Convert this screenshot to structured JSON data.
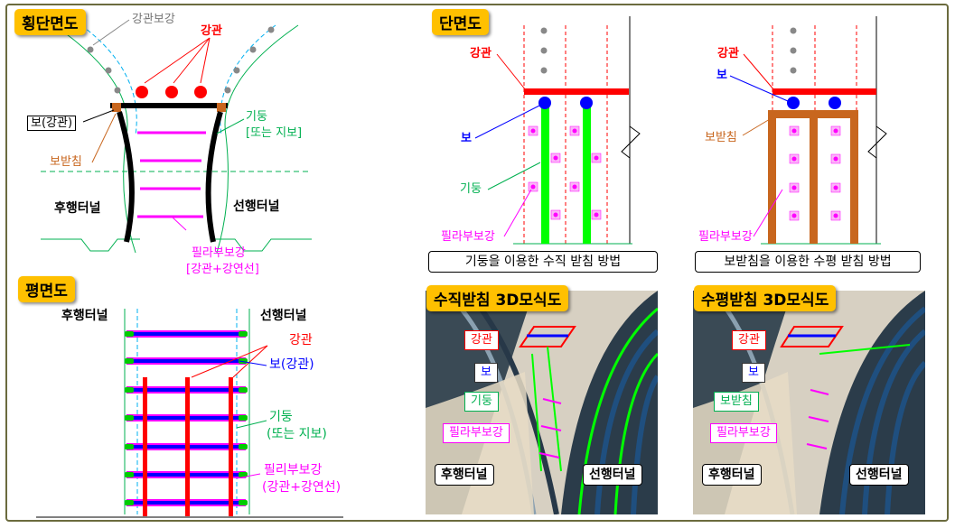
{
  "panels": {
    "cross_section": {
      "title": "횡단면도"
    },
    "plan": {
      "title": "평면도"
    },
    "section": {
      "title": "단면도"
    },
    "vertical_3d": {
      "title": "수직받침 3D모식도"
    },
    "horizontal_3d": {
      "title": "수평받침 3D모식도"
    }
  },
  "cross_section_labels": {
    "steel_reinforcement": "강관보강",
    "steel_pipe": "강관",
    "beam": "보(강관)",
    "column": "기둥",
    "column_sub": "[또는 지보]",
    "beam_support": "보받침",
    "trailing_tunnel": "후행터널",
    "leading_tunnel": "선행터널",
    "pillar_reinforcement": "필라부보강",
    "pillar_sub": "[강관+강연선]"
  },
  "plan_labels": {
    "trailing_tunnel": "후행터널",
    "leading_tunnel": "선행터널",
    "steel_pipe": "강관",
    "beam": "보(강관)",
    "column": "기둥",
    "column_sub": "(또는 지보)",
    "pillar_reinforcement": "필리부보강",
    "pillar_sub": "(강관+강연선)"
  },
  "section_left_labels": {
    "steel_pipe": "강관",
    "beam": "보",
    "column": "기둥",
    "pillar_reinforcement": "필라부보강",
    "caption": "기둥을 이용한 수직 받침 방법"
  },
  "section_right_labels": {
    "steel_pipe": "강관",
    "beam": "보",
    "beam_support": "보받침",
    "pillar_reinforcement": "필라부보강",
    "caption": "보받침을 이용한 수평 받침 방법"
  },
  "vertical_3d_labels": {
    "steel_pipe": "강관",
    "beam": "보",
    "column": "기둥",
    "pillar_reinforcement": "필라부보강",
    "trailing_tunnel": "후행터널",
    "leading_tunnel": "선행터널"
  },
  "horizontal_3d_labels": {
    "steel_pipe": "강관",
    "beam": "보",
    "beam_support": "보받침",
    "pillar_reinforcement": "필라부보강",
    "trailing_tunnel": "후행터널",
    "leading_tunnel": "선행터널"
  },
  "colors": {
    "title_bg": "#ffc000",
    "red": "#ff0000",
    "blue": "#0000ff",
    "green": "#00cc00",
    "magenta": "#ff00ff",
    "brown": "#c8661e",
    "frame": "#6b6b3e"
  }
}
